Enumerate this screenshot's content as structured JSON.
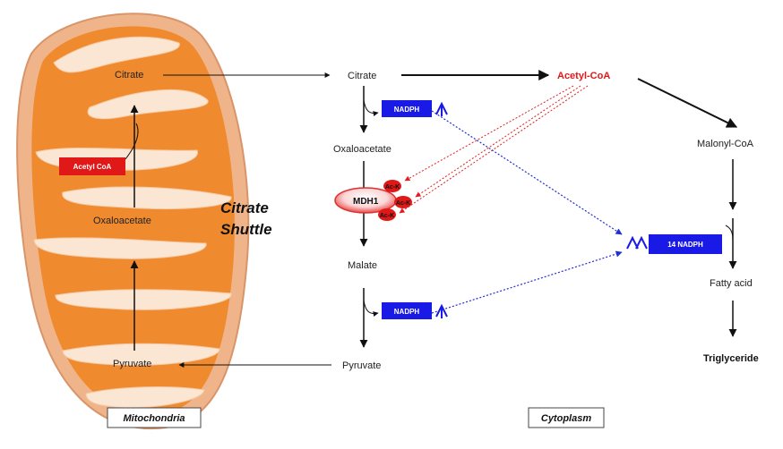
{
  "title_line1": "Citrate",
  "title_line2": "Shuttle",
  "mitochondria": {
    "caption": "Mitochondria",
    "citrate": "Citrate",
    "acetyl_coa": "Acetyl CoA",
    "oxaloacetate": "Oxaloacetate",
    "pyruvate": "Pyruvate"
  },
  "cytoplasm": {
    "caption": "Cytoplasm",
    "citrate": "Citrate",
    "nadph_1": "NADPH",
    "oxaloacetate": "Oxaloacetate",
    "mdh1": "MDH1",
    "ac_k": "Ac-K",
    "malate": "Malate",
    "nadph_2": "NADPH",
    "pyruvate": "Pyruvate",
    "acetyl_coa": "Acetyl-CoA",
    "malonyl_coa": "Malonyl-CoA",
    "nadph_14": "14 NADPH",
    "fatty_acid": "Fatty acid",
    "triglyceride": "Triglyceride"
  },
  "colors": {
    "mito_outer": "#f0b48a",
    "mito_inner": "#f08a2e",
    "cristae": "#fbe6d4",
    "nadph_box": "#1a1ae6",
    "acetyl_red": "#e01818",
    "dotted_red": "#e02020",
    "dotted_blue": "#2030d0"
  }
}
